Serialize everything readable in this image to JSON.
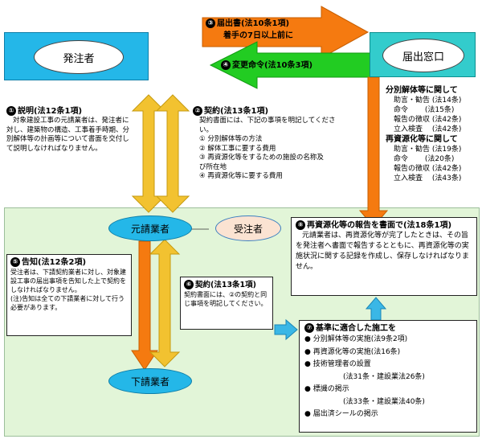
{
  "nodes": {
    "orderer": "発注者",
    "notify_office": "届出窓口",
    "prime_contractor": "元請業者",
    "contractor_group": "受注者",
    "subcontractor": "下請業者"
  },
  "arrows": {
    "notification_num": "③",
    "notification_line1": "届出書(法10条1項)",
    "notification_line2": "着手の7日以上前に",
    "change_order_num": "④",
    "change_order": "変更命令(法10条3項)"
  },
  "explanation": {
    "num": "①",
    "title": "説明(法12条1項)",
    "body": "対象建設工事の元請業者は、発注者に対し、建築物の構造、工事着手時期、分別解体等の計画等について書面を交付して説明しなければなりません。"
  },
  "contract": {
    "num": "②",
    "title": "契約(法13条1項)",
    "intro": "契約書面には、下記の事項を明記してください。",
    "items": [
      "① 分別解体等の方法",
      "② 解体工事に要する費用",
      "③ 再資源化等をするための施設の名称及び所在地",
      "④ 再資源化等に要する費用"
    ]
  },
  "authority": {
    "section1_title": "分別解体等に関して",
    "section1_items": [
      "助言・勧告 (法14条)",
      "命令　　 (法15条)",
      "報告の徴収 (法42条)",
      "立入検査　 (法42条)"
    ],
    "section2_title": "再資源化等に関して",
    "section2_items": [
      "助言・勧告 (法19条)",
      "命令　　 (法20条)",
      "報告の徴収 (法42条)",
      "立入検査　 (法43条)"
    ]
  },
  "completion_report": {
    "num": "⑧",
    "title": "再資源化等の報告を書面で(法18条1項)",
    "body": "元請業者は、再資源化等が完了したときは、その旨を発注者へ書面で報告するとともに、再資源化等の実施状況に関する記録を作成し、保存しなければなりません。"
  },
  "notice": {
    "num": "⑤",
    "title": "告知(法12条2項)",
    "body": "受注者は、下請契約業者に対し、対象建設工事の届出事項を告知した上で契約をしなければなりません。\n(注)告知は全ての下請業者に対して行う必要があります。"
  },
  "sub_contract": {
    "num": "⑥",
    "title": "契約(法13条1項)",
    "body": "契約書面には、②の契約と同じ事項を明記してください。"
  },
  "standard_work": {
    "num": "⑦",
    "title": "基準に適合した施工を",
    "items": [
      "分別解体等の実施(法9条2項)",
      "再資源化等の実施(法16条)",
      "技術管理者の設置",
      "(法31条・建設業法26条)",
      "標識の掲示",
      "(法33条・建設業法40条)",
      "届出済シールの掲示"
    ]
  },
  "colors": {
    "panel_bg": "#e2f5d8",
    "node_cyan": "#24b7e8",
    "node_teal": "#33cccc",
    "arrow_orange": "#f57a10",
    "arrow_yellow": "#f2c230",
    "arrow_green": "#22cc22",
    "arrow_blue": "#3ab7e6"
  }
}
